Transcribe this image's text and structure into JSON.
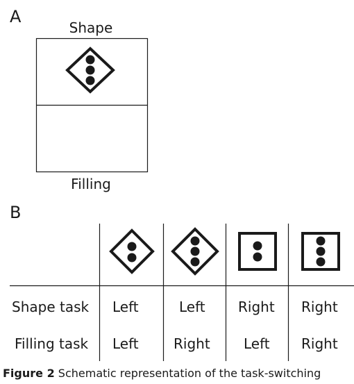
{
  "panel_a": {
    "label": "A",
    "top_label": "Shape",
    "bottom_label": "Filling"
  },
  "panel_b": {
    "label": "B",
    "stimuli": [
      {
        "shape": "diamond",
        "dots": 2
      },
      {
        "shape": "diamond",
        "dots": 3
      },
      {
        "shape": "square",
        "dots": 2
      },
      {
        "shape": "square",
        "dots": 3
      }
    ],
    "rows": [
      {
        "label": "Shape task",
        "cells": [
          "Left",
          "Left",
          "Right",
          "Right"
        ]
      },
      {
        "label": "Filling task",
        "cells": [
          "Left",
          "Right",
          "Left",
          "Right"
        ]
      }
    ]
  },
  "caption": {
    "figure_label": "Figure 2",
    "text": "Schematic representation of the task-switching"
  }
}
